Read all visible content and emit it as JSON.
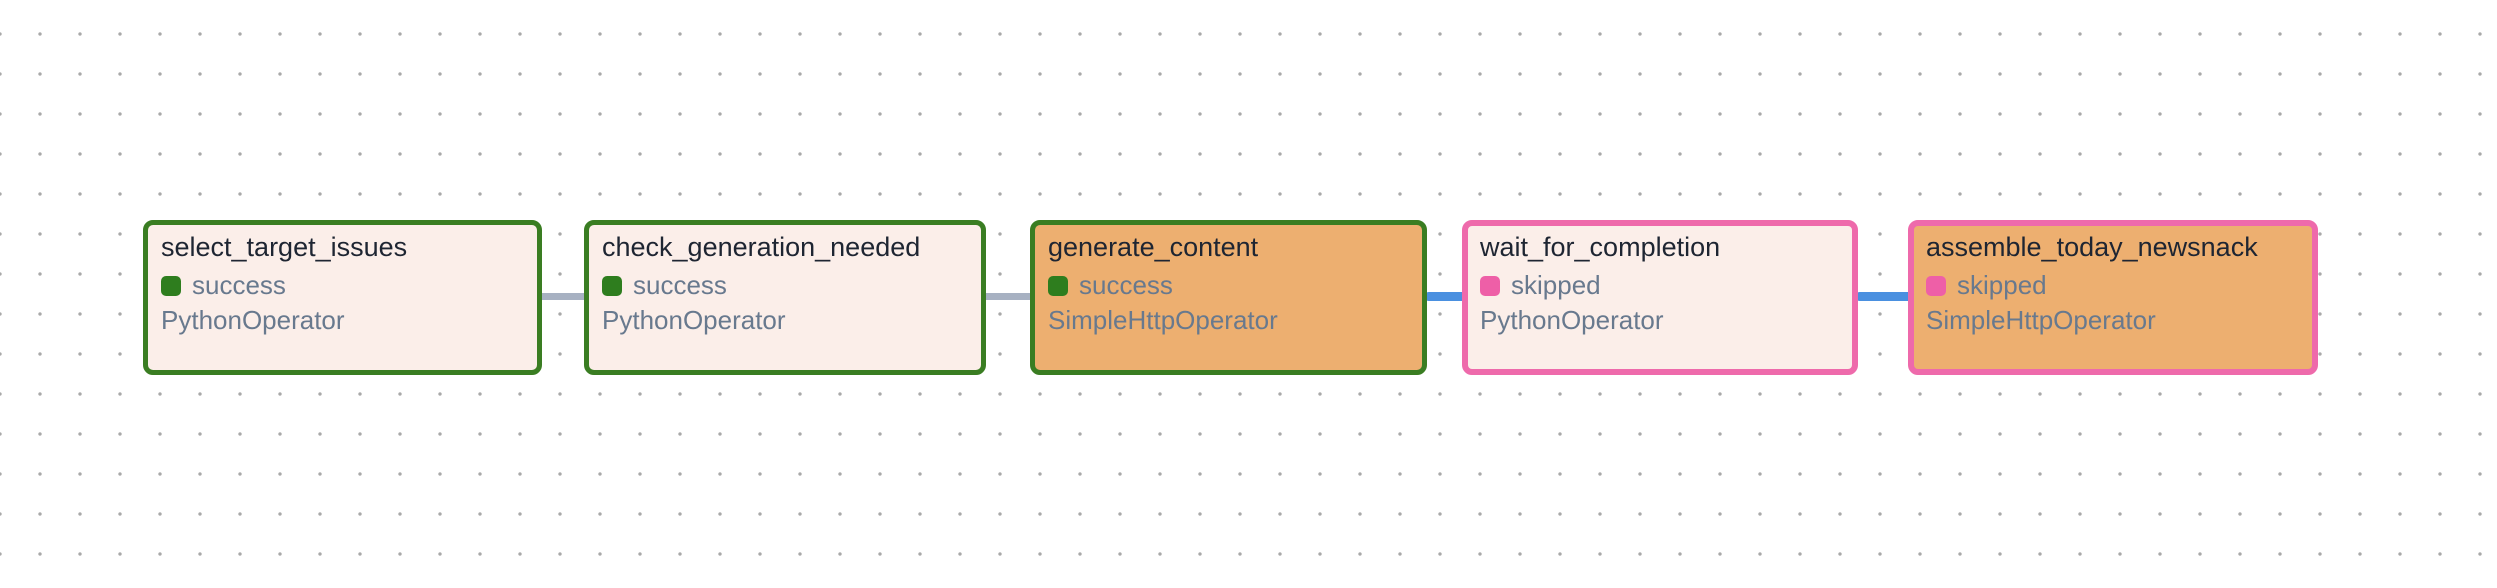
{
  "graph": {
    "nodes": [
      {
        "title": "select_target_issues",
        "status": "success",
        "operator": "PythonOperator"
      },
      {
        "title": "check_generation_needed",
        "status": "success",
        "operator": "PythonOperator"
      },
      {
        "title": "generate_content",
        "status": "success",
        "operator": "SimpleHttpOperator"
      },
      {
        "title": "wait_for_completion",
        "status": "skipped",
        "operator": "PythonOperator"
      },
      {
        "title": "assemble_today_newsnack",
        "status": "skipped",
        "operator": "SimpleHttpOperator"
      }
    ],
    "edges": [
      {
        "from": "select_target_issues",
        "to": "check_generation_needed",
        "color_name": "gray"
      },
      {
        "from": "check_generation_needed",
        "to": "generate_content",
        "color_name": "gray"
      },
      {
        "from": "generate_content",
        "to": "wait_for_completion",
        "color_name": "blue"
      },
      {
        "from": "wait_for_completion",
        "to": "assemble_today_newsnack",
        "color_name": "blue"
      }
    ]
  },
  "colors": {
    "success_green": "#2e7d1e",
    "skipped_pink": "#ee5fa7",
    "border_green": "#3a7d22",
    "border_pink": "#ee6aab",
    "node_bg_light": "#fbeee9",
    "node_bg_orange": "#edaf70",
    "edge_gray": "#a7b1c2",
    "edge_blue": "#4a90e0",
    "title_text": "#1e2532",
    "secondary_text": "#68798e",
    "grid_dot": "#a9a9a9",
    "canvas_bg": "#ffffff"
  }
}
